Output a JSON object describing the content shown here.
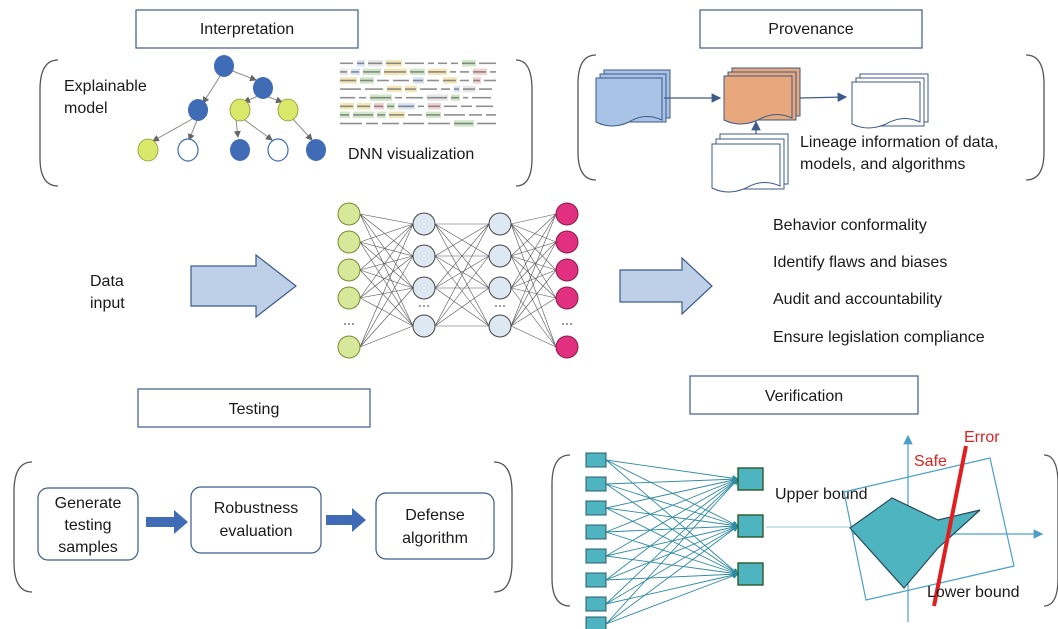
{
  "interpretation": {
    "title": "Interpretation",
    "explainable_model_line1": "Explainable",
    "explainable_model_line2": "model",
    "dnn_visualization": "DNN visualization"
  },
  "provenance": {
    "title": "Provenance",
    "lineage_line1": "Lineage information of data,",
    "lineage_line2": "models, and algorithms"
  },
  "center": {
    "data_input_line1": "Data",
    "data_input_line2": "input",
    "outcomes": [
      "Behavior conformality",
      "Identify flaws and biases",
      "Audit and accountability",
      "Ensure legislation compliance"
    ]
  },
  "testing": {
    "title": "Testing",
    "steps": [
      {
        "lines": [
          "Generate",
          "testing",
          "samples"
        ]
      },
      {
        "lines": [
          "Robustness",
          "evaluation"
        ]
      },
      {
        "lines": [
          "Defense",
          "algorithm"
        ]
      }
    ]
  },
  "verification": {
    "title": "Verification",
    "upper_bound": "Upper bound",
    "lower_bound": "Lower bound",
    "safe": "Safe",
    "error": "Error"
  },
  "colors": {
    "tree_blue": "#3f6cb5",
    "tree_yellow": "#d9e86a",
    "input_neuron": "#d8e89a",
    "hidden_neuron": "#dde8f3",
    "output_neuron": "#e0307f",
    "big_arrow_fill": "#bdd0e8",
    "orange_doc": "#e8a87c",
    "blue_doc": "#a9c3e6",
    "teal": "#4eb4c0",
    "error_red": "#e02020"
  }
}
